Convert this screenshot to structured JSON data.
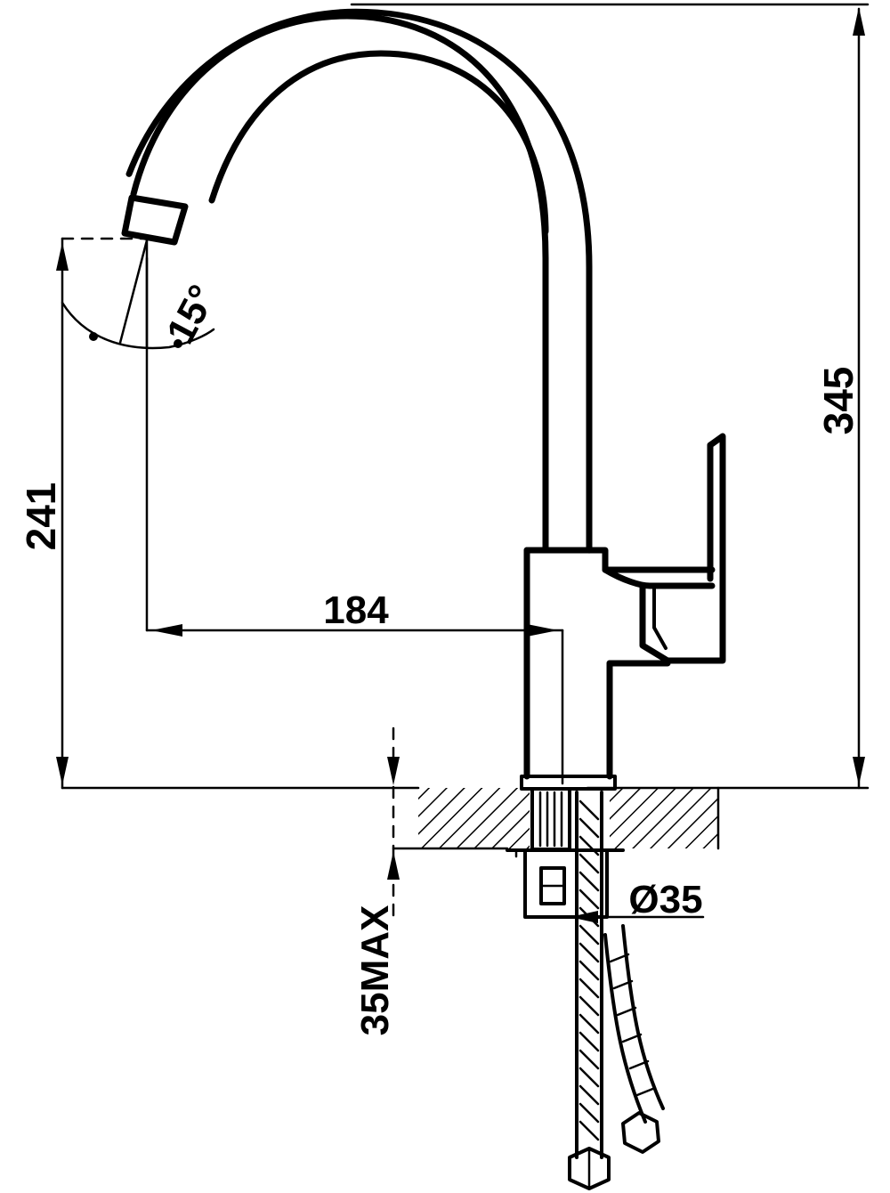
{
  "dimensions": {
    "total_height": "345",
    "spout_height": "241",
    "spout_reach": "184",
    "swivel_angle": "15°",
    "hole_diameter": "Ø35",
    "max_counter_thickness": "35MAX"
  },
  "colors": {
    "line": "#000000",
    "background": "#ffffff"
  }
}
